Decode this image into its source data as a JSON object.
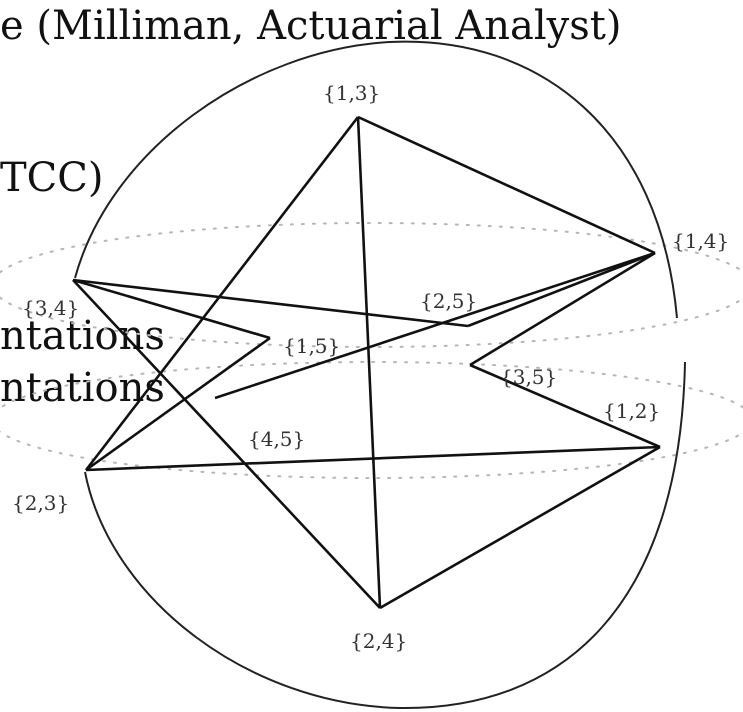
{
  "background_text": {
    "line1": "e (Milliman, Actuarial Analyst)",
    "line2": "TCC)",
    "line3": "ntations",
    "line4": "ntations"
  },
  "vertices": [
    {
      "id": "v13",
      "label": "{1,3}"
    },
    {
      "id": "v14",
      "label": "{1,4}"
    },
    {
      "id": "v34",
      "label": "{3,4}"
    },
    {
      "id": "v25",
      "label": "{2,5}"
    },
    {
      "id": "v15",
      "label": "{1,5}"
    },
    {
      "id": "v35",
      "label": "{3,5}"
    },
    {
      "id": "v12",
      "label": "{1,2}"
    },
    {
      "id": "v45",
      "label": "{4,5}"
    },
    {
      "id": "v23",
      "label": "{2,3}"
    },
    {
      "id": "v24",
      "label": "{2,4}"
    }
  ],
  "edges": [
    [
      "v13",
      "v14"
    ],
    [
      "v13",
      "v24"
    ],
    [
      "v13",
      "v23"
    ],
    [
      "v14",
      "v25"
    ],
    [
      "v25",
      "v34"
    ],
    [
      "v34",
      "v15"
    ],
    [
      "v34",
      "v24"
    ],
    [
      "v15",
      "v23"
    ],
    [
      "v23",
      "v12"
    ],
    [
      "v14",
      "v35"
    ],
    [
      "v35",
      "v12"
    ],
    [
      "v14",
      "v45"
    ],
    [
      "v12",
      "v24"
    ]
  ]
}
